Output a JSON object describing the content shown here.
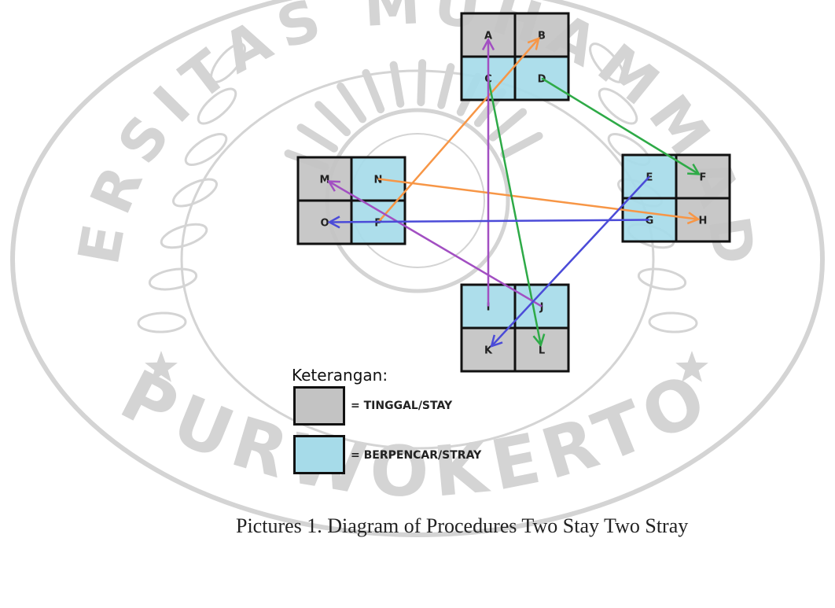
{
  "colors": {
    "stay": "#c3c3c3",
    "stray": "#a6dbe9",
    "border": "#111111",
    "watermark": "#d4d4d4",
    "arrow_orange": "#f79646",
    "arrow_green": "#2eaa47",
    "arrow_purple": "#a24fc2",
    "arrow_blue": "#4b4bd8"
  },
  "watermark": {
    "top_text": "UNIVERSITAS MUHAMMADIYAH",
    "bottom_text": "PURWOKERTO"
  },
  "groups": [
    {
      "id": "top",
      "cells": [
        {
          "label": "A",
          "role": "stay"
        },
        {
          "label": "B",
          "role": "stay"
        },
        {
          "label": "C",
          "role": "stray"
        },
        {
          "label": "D",
          "role": "stray"
        }
      ]
    },
    {
      "id": "right",
      "cells": [
        {
          "label": "E",
          "role": "stray"
        },
        {
          "label": "F",
          "role": "stay"
        },
        {
          "label": "G",
          "role": "stray"
        },
        {
          "label": "H",
          "role": "stay"
        }
      ]
    },
    {
      "id": "bottom",
      "cells": [
        {
          "label": "I",
          "role": "stray"
        },
        {
          "label": "J",
          "role": "stray"
        },
        {
          "label": "K",
          "role": "stay"
        },
        {
          "label": "L",
          "role": "stay"
        }
      ]
    },
    {
      "id": "left",
      "cells": [
        {
          "label": "M",
          "role": "stay"
        },
        {
          "label": "N",
          "role": "stray"
        },
        {
          "label": "O",
          "role": "stay"
        },
        {
          "label": "P",
          "role": "stray"
        }
      ]
    }
  ],
  "arrows": [
    {
      "from": "P",
      "to": "B",
      "color": "arrow_orange"
    },
    {
      "from": "N",
      "to": "H",
      "color": "arrow_orange"
    },
    {
      "from": "D",
      "to": "F",
      "color": "arrow_green"
    },
    {
      "from": "C",
      "to": "L",
      "color": "arrow_green"
    },
    {
      "from": "I",
      "to": "A",
      "color": "arrow_purple"
    },
    {
      "from": "J",
      "to": "M",
      "color": "arrow_purple"
    },
    {
      "from": "G",
      "to": "O",
      "color": "arrow_blue"
    },
    {
      "from": "E",
      "to": "K",
      "color": "arrow_blue"
    }
  ],
  "legend": {
    "title": "Keterangan:",
    "items": [
      {
        "role": "stay",
        "text": "= TINGGAL/STAY"
      },
      {
        "role": "stray",
        "text": "= BERPENCAR/STRAY"
      }
    ]
  },
  "caption": "Pictures 1. Diagram of Procedures Two Stay Two Stray"
}
